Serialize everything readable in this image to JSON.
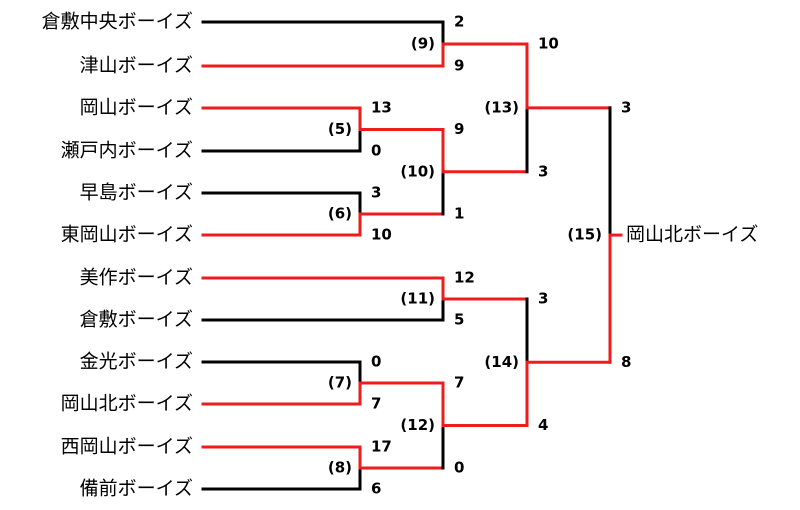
{
  "colors": {
    "winner": "#ee1c1c",
    "loser": "#000000"
  },
  "teams": [
    "倉敷中央ボーイズ",
    "津山ボーイズ",
    "岡山ボーイズ",
    "瀬戸内ボーイズ",
    "早島ボーイズ",
    "東岡山ボーイズ",
    "美作ボーイズ",
    "倉敷ボーイズ",
    "金光ボーイズ",
    "岡山北ボーイズ",
    "西岡山ボーイズ",
    "備前ボーイズ"
  ],
  "champion": "岡山北ボーイズ",
  "matches": [
    {
      "id": "5",
      "label": "(5)",
      "a": {
        "score": "13",
        "win": true
      },
      "b": {
        "score": "0",
        "win": false
      }
    },
    {
      "id": "6",
      "label": "(6)",
      "a": {
        "score": "3",
        "win": false
      },
      "b": {
        "score": "10",
        "win": true
      }
    },
    {
      "id": "7",
      "label": "(7)",
      "a": {
        "score": "0",
        "win": false
      },
      "b": {
        "score": "7",
        "win": true
      }
    },
    {
      "id": "8",
      "label": "(8)",
      "a": {
        "score": "17",
        "win": true
      },
      "b": {
        "score": "6",
        "win": false
      }
    },
    {
      "id": "9",
      "label": "(9)",
      "a": {
        "score": "2",
        "win": false
      },
      "b": {
        "score": "9",
        "win": true
      }
    },
    {
      "id": "10",
      "label": "(10)",
      "a": {
        "score": "9",
        "win": true
      },
      "b": {
        "score": "1",
        "win": false
      }
    },
    {
      "id": "11",
      "label": "(11)",
      "a": {
        "score": "12",
        "win": true
      },
      "b": {
        "score": "5",
        "win": false
      }
    },
    {
      "id": "12",
      "label": "(12)",
      "a": {
        "score": "7",
        "win": true
      },
      "b": {
        "score": "0",
        "win": false
      }
    },
    {
      "id": "13",
      "label": "(13)",
      "a": {
        "score": "10",
        "win": true
      },
      "b": {
        "score": "3",
        "win": false
      }
    },
    {
      "id": "14",
      "label": "(14)",
      "a": {
        "score": "3",
        "win": false
      },
      "b": {
        "score": "4",
        "win": true
      }
    },
    {
      "id": "15",
      "label": "(15)",
      "a": {
        "score": "3",
        "win": false
      },
      "b": {
        "score": "8",
        "win": true
      }
    }
  ]
}
